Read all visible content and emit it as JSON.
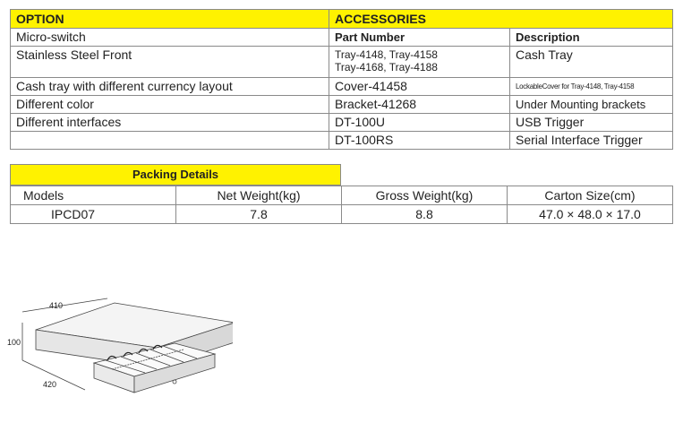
{
  "options_table": {
    "header": {
      "option": "OPTION",
      "accessories": "ACCESSORIES"
    },
    "rows": [
      {
        "option": "Micro-switch",
        "part": "Part Number",
        "desc": "Description"
      },
      {
        "option": "Stainless Steel Front",
        "part_line1": "Tray-4148, Tray-4158",
        "part_line2": "Tray-4168, Tray-4188",
        "desc": "Cash Tray"
      },
      {
        "option": "Cash tray with different currency layout",
        "part": "Cover-41458",
        "desc": "LockableCover for Tray-4148, Tray-4158"
      },
      {
        "option": "Different color",
        "part": "Bracket-41268",
        "desc": "Under Mounting brackets"
      },
      {
        "option": "Different interfaces",
        "part": "DT-100U",
        "desc": "USB Trigger"
      },
      {
        "option": "",
        "part": "DT-100RS",
        "desc": "Serial Interface Trigger"
      }
    ]
  },
  "packing": {
    "title": "Packing Details",
    "columns": [
      "Models",
      "Net Weight(kg)",
      "Gross Weight(kg)",
      "Carton Size(cm)"
    ],
    "rows": [
      [
        "IPCD07",
        "7.8",
        "8.8",
        "47.0 × 48.0 × 17.0"
      ]
    ]
  },
  "drawing": {
    "dim_width": "410",
    "dim_height": "100",
    "dim_depth": "420"
  }
}
